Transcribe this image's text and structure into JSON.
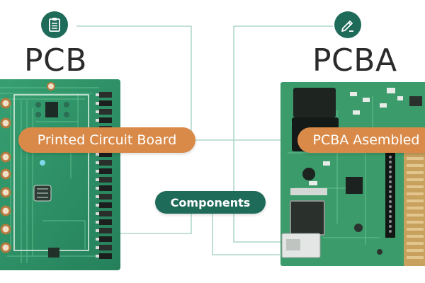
{
  "colors": {
    "teal": "#1f6b5a",
    "orange": "#d98a49",
    "board_green": "#2f9266",
    "connector": "#9fcfc0",
    "title_text": "#2b2b2b"
  },
  "left": {
    "title": "PCB",
    "icon": "clipboard-icon",
    "label": "Printed Circuit Board"
  },
  "right": {
    "title": "PCBA",
    "icon": "pen-edit-icon",
    "label": "PCBA Asembled"
  },
  "center": {
    "label": "Components"
  }
}
